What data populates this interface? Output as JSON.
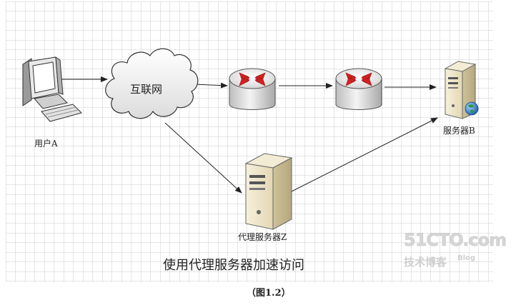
{
  "nodes": {
    "user": {
      "label": "用户A"
    },
    "cloud": {
      "label": "互联网"
    },
    "server_b": {
      "label": "服务器B"
    },
    "proxy": {
      "label": "代理服务器Z"
    }
  },
  "caption": "使用代理服务器加速访问",
  "figure_label": "（图1.2）",
  "watermark": {
    "main": "51CTO.com",
    "sub": "技术博客",
    "blog": "Blog"
  },
  "colors": {
    "grid": "#cccccc",
    "arrow": "#222222",
    "router_arrow": "#d62020",
    "server_body": "#eee4c4",
    "globe": "#2f7fcf"
  }
}
